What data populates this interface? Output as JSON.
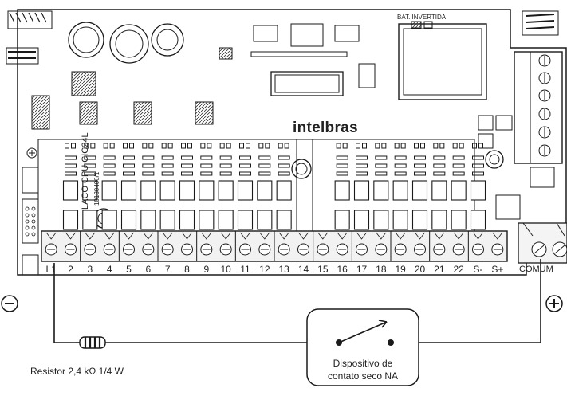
{
  "board": {
    "brand": "intelbras",
    "bat_label": "BAT. INVERTIDA",
    "side_text": "LACO CPU  CIC24L",
    "side_code": "10180406/1",
    "terminal_labels": [
      "L1",
      "2",
      "3",
      "4",
      "5",
      "6",
      "7",
      "8",
      "9",
      "10",
      "11",
      "12",
      "13",
      "14",
      "15",
      "16",
      "17",
      "18",
      "19",
      "20",
      "21",
      "22",
      "S-",
      "S+"
    ],
    "comum_label": "COMUM"
  },
  "circuit": {
    "minus_symbol": "⊖",
    "plus_symbol": "⊕",
    "resistor_label": "Resistor 2,4 kΩ 1/4 W",
    "device_label_line1": "Dispositivo de",
    "device_label_line2": "contato seco NA"
  },
  "colors": {
    "outline": "#1a1a1a",
    "board_fill": "#ffffff",
    "terminal_block": "#f2f2f2"
  }
}
